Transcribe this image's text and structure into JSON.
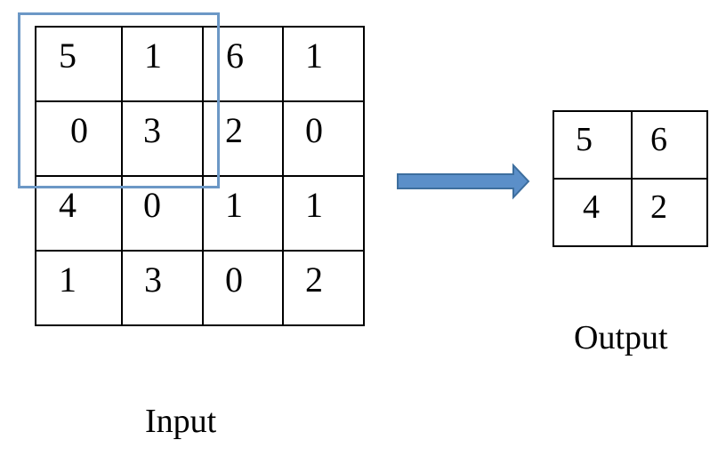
{
  "input": {
    "caption": "Input",
    "rows": [
      [
        "5",
        "1",
        "6",
        "1"
      ],
      [
        "0",
        "3",
        "2",
        "0"
      ],
      [
        "4",
        "0",
        "1",
        "1"
      ],
      [
        "1",
        "3",
        "0",
        "2"
      ]
    ]
  },
  "output": {
    "caption": "Output",
    "rows": [
      [
        "5",
        "6"
      ],
      [
        "4",
        "2"
      ]
    ]
  },
  "colors": {
    "window": "#6c98c6",
    "arrow": "#5b8fc9",
    "arrow_edge": "#3d6e9e"
  }
}
